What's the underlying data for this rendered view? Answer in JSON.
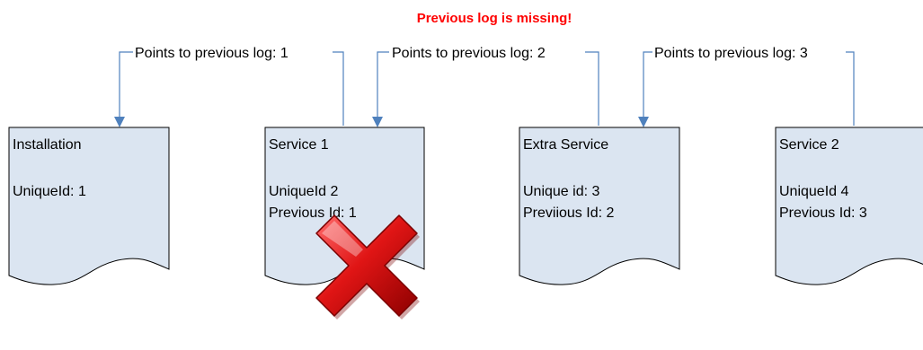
{
  "warning": "Previous log is missing!",
  "connectors": [
    {
      "label": "Points to previous log: 1"
    },
    {
      "label": "Points to previous log: 2"
    },
    {
      "label": "Points to previous log: 3"
    }
  ],
  "documents": [
    {
      "title": "Installation",
      "id_line": "UniqueId: 1",
      "prev_line": ""
    },
    {
      "title": "Service 1",
      "id_line": "UniqueId 2",
      "prev_line": "Previous Id: 1"
    },
    {
      "title": "Extra Service",
      "id_line": "Unique id: 3",
      "prev_line": "Previious Id: 2"
    },
    {
      "title": "Service 2",
      "id_line": "UniqueId 4",
      "prev_line": "Previous Id: 3"
    }
  ],
  "colors": {
    "document_fill": "#dbe5f1",
    "connector": "#4f81bd",
    "warning": "#ff0000",
    "cross": "#cc0000"
  },
  "icons": {
    "missing_marker": "red-x-cross-icon"
  }
}
